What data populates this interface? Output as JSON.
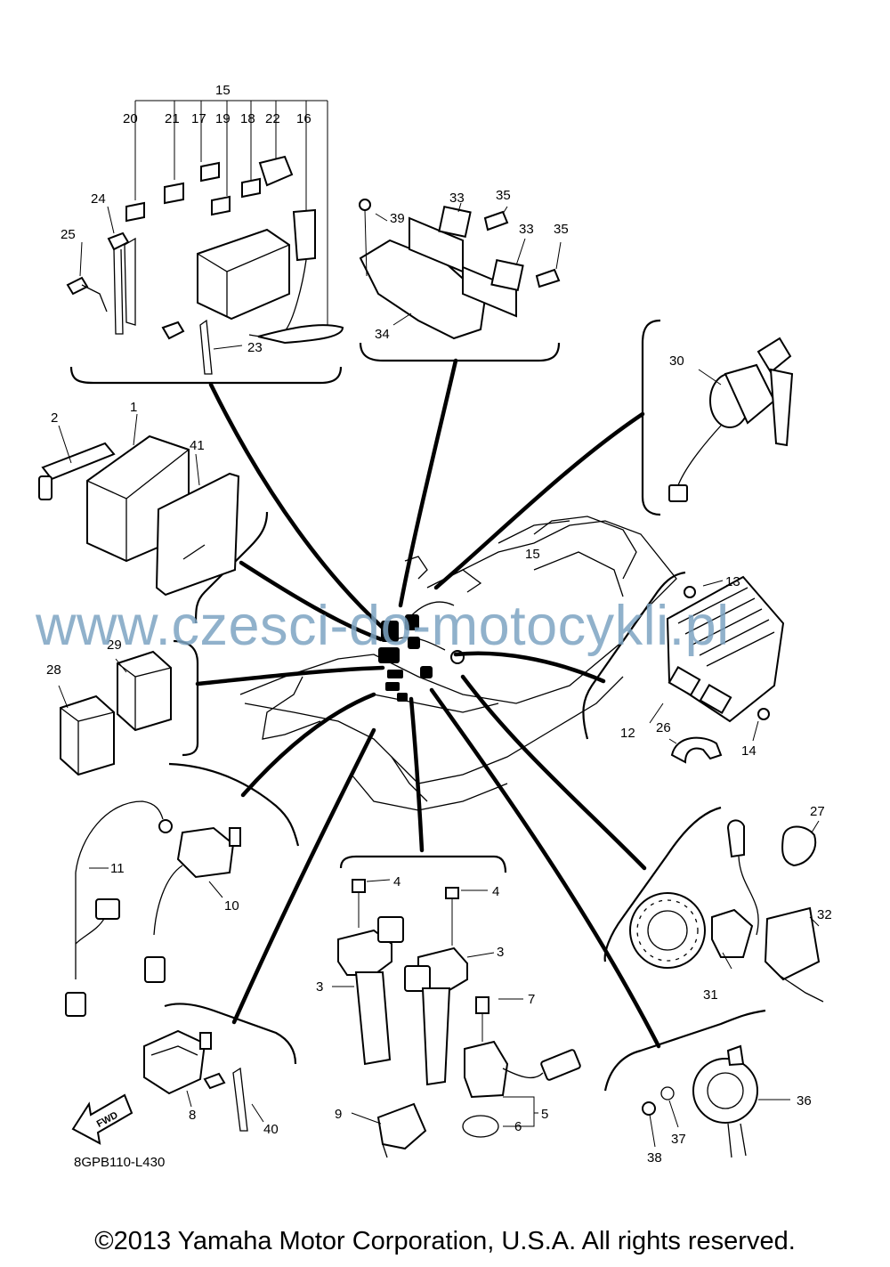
{
  "diagram": {
    "code": "8GPB110-L430",
    "fwd_label": "FWD",
    "callouts": {
      "c1": "1",
      "c2": "2",
      "c3a": "3",
      "c3b": "3",
      "c4a": "4",
      "c4b": "4",
      "c5": "5",
      "c6": "6",
      "c7": "7",
      "c8": "8",
      "c9": "9",
      "c10": "10",
      "c11": "11",
      "c12": "12",
      "c13": "13",
      "c14": "14",
      "c15a": "15",
      "c15b": "15",
      "c16": "16",
      "c17": "17",
      "c18": "18",
      "c19": "19",
      "c20": "20",
      "c21": "21",
      "c22": "22",
      "c23": "23",
      "c24": "24",
      "c25": "25",
      "c26": "26",
      "c27": "27",
      "c28": "28",
      "c29": "29",
      "c30": "30",
      "c31": "31",
      "c32": "32",
      "c33a": "33",
      "c33b": "33",
      "c34": "34",
      "c35a": "35",
      "c35b": "35",
      "c36": "36",
      "c37": "37",
      "c38": "38",
      "c39": "39",
      "c40": "40",
      "c41": "41"
    }
  },
  "watermark": "www.czesci-do-motocykli.pl",
  "copyright": "©2013 Yamaha Motor Corporation, U.S.A. All rights reserved."
}
